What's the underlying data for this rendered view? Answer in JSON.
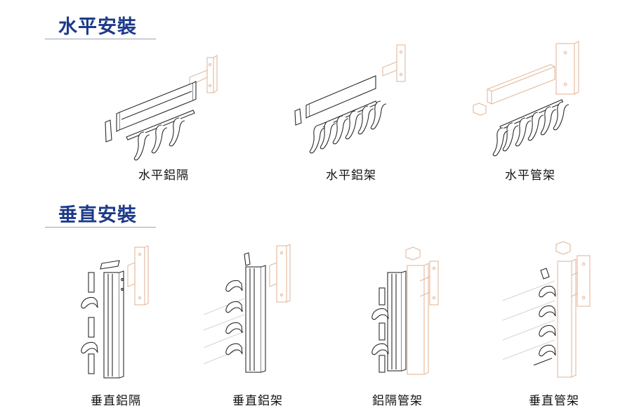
{
  "colors": {
    "title": "#1d3a8a",
    "rule": "#9aa3b8",
    "line_dark": "#2b2b2b",
    "line_wood": "#e3b99c",
    "caption": "#111111"
  },
  "sections": [
    {
      "title": "水平安裝",
      "items": [
        {
          "caption": "水平鋁隔",
          "icon": "horizontal-aluminium-divider-icon"
        },
        {
          "caption": "水平鋁架",
          "icon": "horizontal-aluminium-rack-icon"
        },
        {
          "caption": "水平管架",
          "icon": "horizontal-tube-rack-icon"
        }
      ]
    },
    {
      "title": "垂直安裝",
      "items": [
        {
          "caption": "垂直鋁隔",
          "icon": "vertical-aluminium-divider-icon"
        },
        {
          "caption": "垂直鋁架",
          "icon": "vertical-aluminium-rack-icon"
        },
        {
          "caption": "鋁隔管架",
          "icon": "aluminium-divider-tube-rack-icon"
        },
        {
          "caption": "垂直管架",
          "icon": "vertical-tube-rack-icon"
        }
      ]
    }
  ]
}
